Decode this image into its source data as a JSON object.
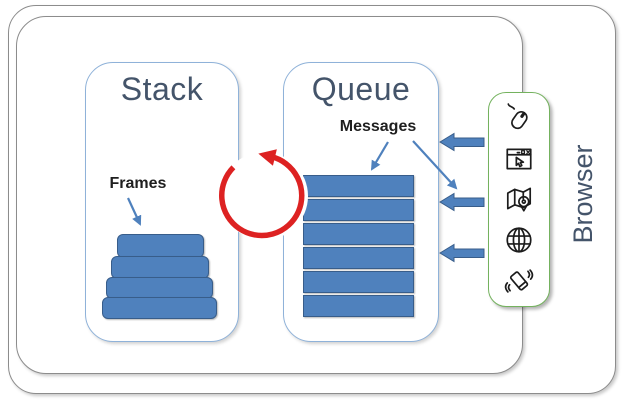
{
  "diagram": {
    "name": "javascript-event-loop-runtime",
    "outer_container_label": "",
    "browser": {
      "label": "Browser"
    }
  },
  "stack_panel": {
    "title": "Stack",
    "label": "Frames",
    "frame_count": 4
  },
  "queue_panel": {
    "title": "Queue",
    "label": "Messages",
    "message_count": 6
  },
  "browser_panel": {
    "label": "Browser",
    "icons": [
      "mouse-icon",
      "window-cursor-icon",
      "map-pin-icon",
      "globe-icon",
      "phone-rotate-icon"
    ],
    "incoming_arrow_count": 3
  },
  "event_loop": {
    "shape": "red-circular-arrow",
    "direction": "counterclockwise"
  },
  "colors": {
    "blue": "#4F81BD",
    "blue_border": "#385D8A",
    "red": "#DD2222",
    "green": "#74B25E",
    "slate": "#44546A",
    "frame_gray": "#8C8C8C",
    "panel_border": "#8FB2D9",
    "ink": "#1F1F1F"
  }
}
